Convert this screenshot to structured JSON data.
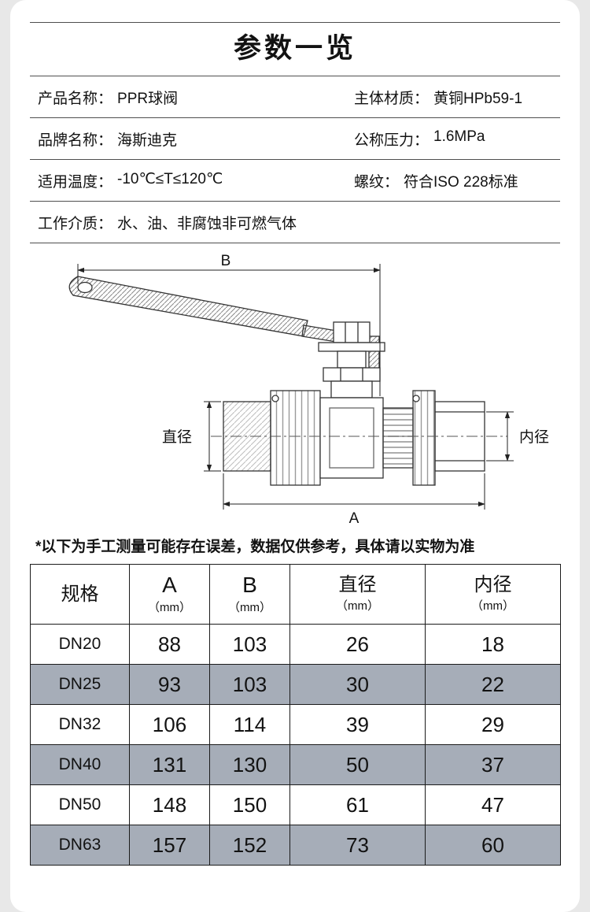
{
  "page": {
    "title": "参数一览"
  },
  "spec_rows": [
    {
      "left": {
        "label": "产品名称：",
        "value": "PPR球阀"
      },
      "right": {
        "label": "主体材质：",
        "value": "黄铜HPb59-1"
      }
    },
    {
      "left": {
        "label": "品牌名称：",
        "value": "海斯迪克"
      },
      "right": {
        "label": "公称压力：",
        "value": "1.6MPa"
      }
    },
    {
      "left": {
        "label": "适用温度：",
        "value": "-10℃≤T≤120℃"
      },
      "right": {
        "label": "螺纹：",
        "value": "符合ISO 228标准"
      }
    },
    {
      "left": {
        "label": "工作介质：",
        "value": "水、油、非腐蚀非可燃气体"
      }
    }
  ],
  "diagram": {
    "labels": {
      "top": "B",
      "bottom": "A",
      "left": "直径",
      "right": "内径"
    }
  },
  "note": "*以下为手工测量可能存在误差，数据仅供参考，具体请以实物为准",
  "table": {
    "headers": [
      {
        "main": "规格"
      },
      {
        "main": "A",
        "sub": "（mm）"
      },
      {
        "main": "B",
        "sub": "（mm）"
      },
      {
        "main": "直径",
        "sub": "（mm）"
      },
      {
        "main": "内径",
        "sub": "（mm）"
      }
    ],
    "rows": [
      {
        "spec": "DN20",
        "a": "88",
        "b": "103",
        "outer": "26",
        "inner": "18"
      },
      {
        "spec": "DN25",
        "a": "93",
        "b": "103",
        "outer": "30",
        "inner": "22"
      },
      {
        "spec": "DN32",
        "a": "106",
        "b": "114",
        "outer": "39",
        "inner": "29"
      },
      {
        "spec": "DN40",
        "a": "131",
        "b": "130",
        "outer": "50",
        "inner": "37"
      },
      {
        "spec": "DN50",
        "a": "148",
        "b": "150",
        "outer": "61",
        "inner": "47"
      },
      {
        "spec": "DN63",
        "a": "157",
        "b": "152",
        "outer": "73",
        "inner": "60"
      }
    ]
  },
  "colors": {
    "row-shade": "#a6adb8",
    "rule-line": "#4f4f4f"
  }
}
